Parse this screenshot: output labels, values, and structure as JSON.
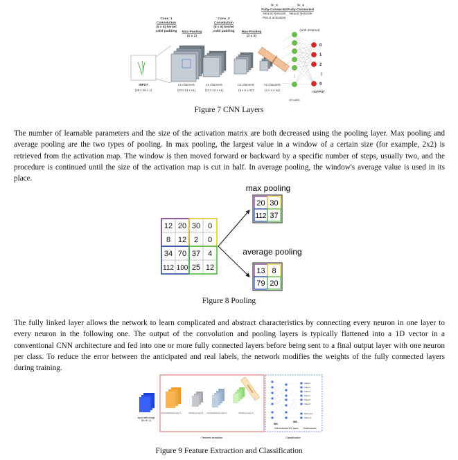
{
  "figure7": {
    "caption": "Figure 7 CNN Layers",
    "input": {
      "label": "INPUT",
      "dims": "(28 x 28 x 1)"
    },
    "conv1": {
      "l1": "Conv_1",
      "l2": "Convolution",
      "l3": "(5 x 5) kernel",
      "l4": "valid padding"
    },
    "pool1": {
      "l1": "Max-Pooling",
      "l2": "(2 x 2)"
    },
    "conv2": {
      "l1": "Conv_2",
      "l2": "Convolution",
      "l3": "(5 x 5) kernel",
      "l4": "valid padding"
    },
    "pool2": {
      "l1": "Max-Pooling",
      "l2": "(2 x 2)"
    },
    "fc3": {
      "l1": "fc_3",
      "l2": "Fully-Connected",
      "l3": "Neural Network",
      "l4": "ReLU activation"
    },
    "fc4": {
      "l1": "fc_4",
      "l2": "Fully-Connected",
      "l3": "Neural Network"
    },
    "dropout": "(with dropout)",
    "flattened": "Flattened",
    "stages": [
      {
        "title": "n1 channels",
        "dims": "(24 x 24 x n1)"
      },
      {
        "title": "n1 channels",
        "dims": "(12 x 12 x n1)"
      },
      {
        "title": "n2 channels",
        "dims": "(8 x 8 x n2)"
      },
      {
        "title": "n2 channels",
        "dims": "(4 x 4 x n2)"
      }
    ],
    "units": "n3 units",
    "outputs": [
      "0",
      "1",
      "2",
      "⋮",
      "9"
    ],
    "output_label": "OUTPUT"
  },
  "para1": "The number of learnable parameters and the size of the activation matrix are both decreased using the pooling layer. Max pooling and average pooling are the two types of pooling. In max pooling, the largest value in a window of a certain size (for example, 2x2) is retrieved from the activation map. The window is then moved forward or backward by a specific number of steps, usually two, and the procedure is continued until the size of the activation map is cut in half. In average pooling, the window's average value is used in its place.",
  "figure8": {
    "caption": "Figure 8 Pooling",
    "grid": [
      [
        "12",
        "20",
        "30",
        "0"
      ],
      [
        "8",
        "12",
        "2",
        "0"
      ],
      [
        "34",
        "70",
        "37",
        "4"
      ],
      [
        "112",
        "100",
        "25",
        "12"
      ]
    ],
    "max_label": "max pooling",
    "max_grid": [
      [
        "20",
        "30"
      ],
      [
        "112",
        "37"
      ]
    ],
    "avg_label": "average pooling",
    "avg_grid": [
      [
        "13",
        "8"
      ],
      [
        "79",
        "20"
      ]
    ],
    "colors": {
      "tl": "#7b2f8e",
      "tr": "#e6c623",
      "bl": "#1f4ea8",
      "br": "#4cba3c"
    }
  },
  "para2": "The fully linked layer allows the network to learn complicated and abstract characteristics by connecting every neuron in one layer to every neuron in the following one. The output of the convolution and pooling layers is typically flattened into a 1D vector in a conventional CNN architecture and fed into one or more fully connected layers before being sent to a final output layer with one neuron per class. To reduce the error between the anticipated and real labels, the network modifies the weights of the fully connected layers during training.",
  "figure9": {
    "caption": "Figure 9 Feature Extraction and Classification",
    "input_label": "Input radio image",
    "input_dims": "(M x f x 2)",
    "layers": [
      "Convolutional Layer 1",
      "Pooling Layer 1",
      "Convolutional Layer 2",
      "Pooling Layer 2"
    ],
    "flatten": "Flattened",
    "fe_label": "Features extraction",
    "cls_label": "Classification",
    "w1": "W1",
    "w2": "W2",
    "fc_label": "Fully-connected (FC) Layer",
    "out_label": "Output neurons",
    "classes": [
      "Class 1",
      "Class 2",
      "Class 3",
      "Class 4",
      "Class 5",
      "Class 6",
      "Class Q-1",
      "Class Q"
    ]
  }
}
